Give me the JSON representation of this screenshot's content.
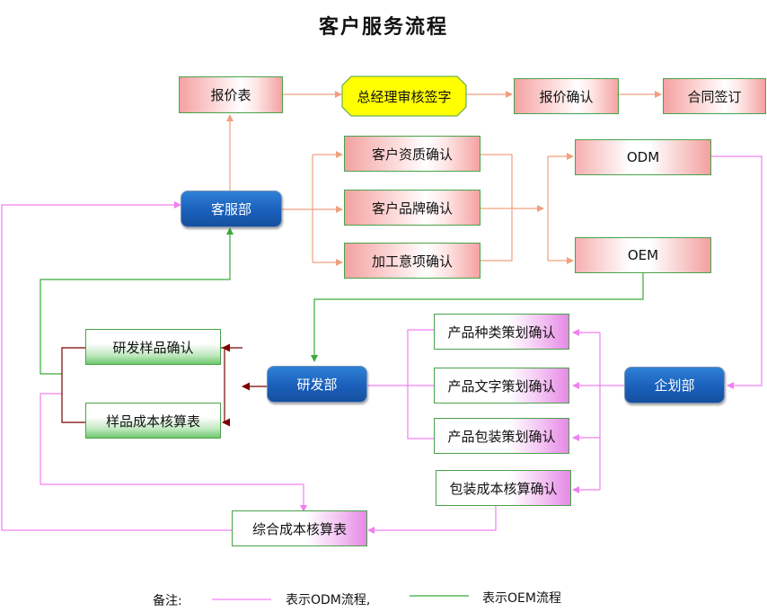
{
  "title": "客户服务流程",
  "nodes": {
    "quote_sheet": "报价表",
    "gm_approval": "总经理审核签字",
    "quote_confirm": "报价确认",
    "contract_sign": "合同签订",
    "customer_service": "客服部",
    "client_qualification": "客户资质确认",
    "client_brand": "客户品牌确认",
    "processing_items": "加工意项确认",
    "odm": "ODM",
    "oem": "OEM",
    "rnd": "研发部",
    "sample_confirm": "研发样品确认",
    "sample_cost": "样品成本核算表",
    "product_category": "产品种类策划确认",
    "product_copy": "产品文字策划确认",
    "product_packaging": "产品包装策划确认",
    "packaging_cost": "包装成本核算确认",
    "planning": "企划部",
    "total_cost": "综合成本核算表"
  },
  "legend": {
    "label": "备注:",
    "odm_text": "表示ODM流程,",
    "oem_text": "表示OEM流程",
    "odm_color": "#f080f0",
    "oem_color": "#3aaa3a"
  },
  "colors": {
    "orange_arrow": "#f0a080",
    "pink_arrow": "#f080f0",
    "green_arrow": "#3aaa3a",
    "darkred_arrow": "#7a0000",
    "blue_box": "#1a60bb",
    "gm_box_fill": "#ffff00"
  }
}
